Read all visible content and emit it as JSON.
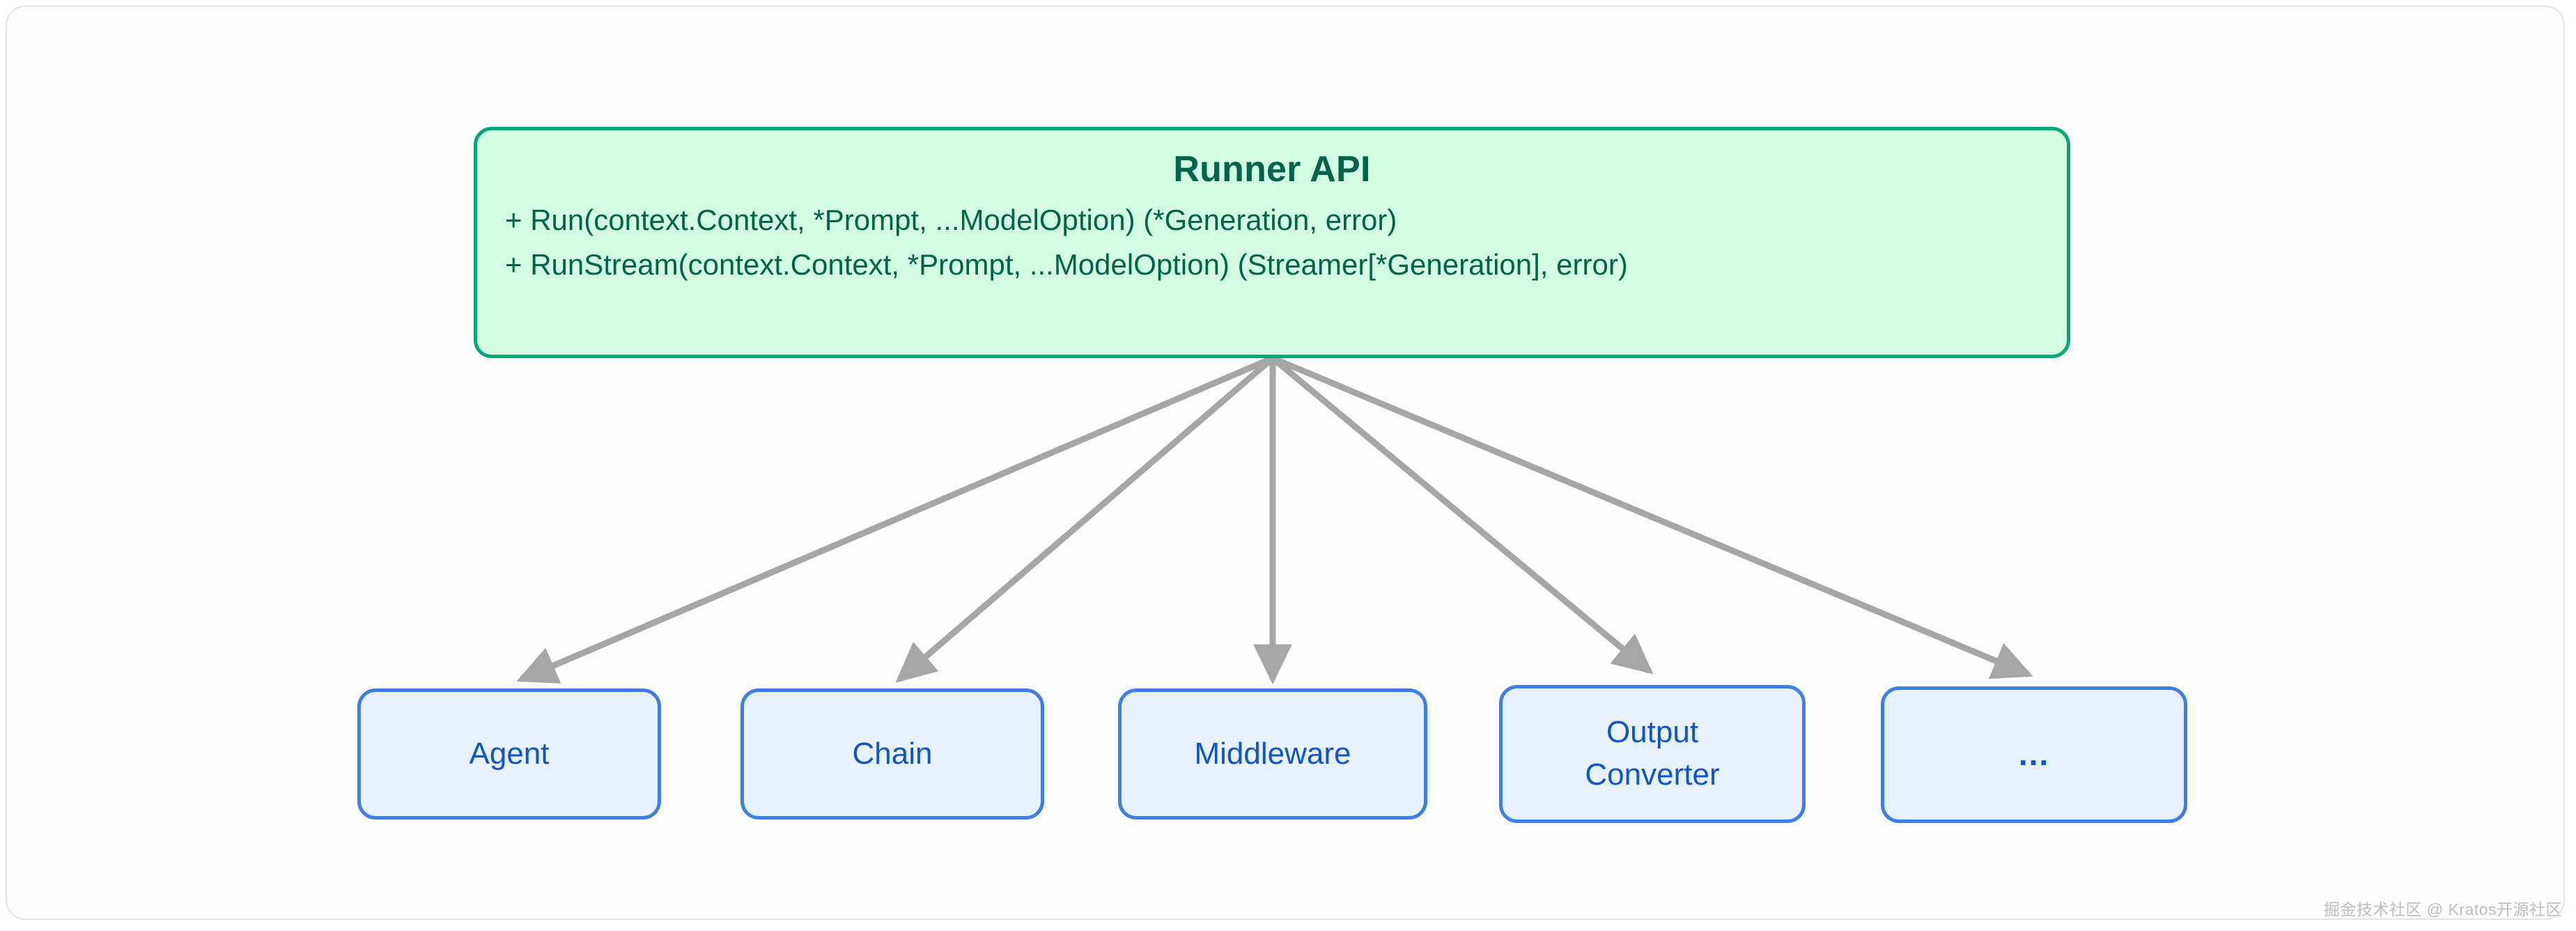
{
  "diagram": {
    "root": {
      "title": "Runner API",
      "methods": [
        "+ Run(context.Context, *Prompt, ...ModelOption) (*Generation, error)",
        "+ RunStream(context.Context, *Prompt, ...ModelOption) (Streamer[*Generation], error)"
      ],
      "fill_color": "#d3fbe4",
      "border_color": "#00a878",
      "text_color": "#00644a"
    },
    "leaves": [
      {
        "label": "Agent",
        "lines": [
          "Agent"
        ]
      },
      {
        "label": "Chain",
        "lines": [
          "Chain"
        ]
      },
      {
        "label": "Middleware",
        "lines": [
          "Middleware"
        ]
      },
      {
        "label": "Output Converter",
        "lines": [
          "Output",
          "Converter"
        ]
      },
      {
        "label": "...",
        "lines": [
          "..."
        ]
      }
    ],
    "leaf_style": {
      "fill_color": "#e7f1fd",
      "border_color": "#3d7ee8",
      "text_color": "#1155cc"
    },
    "edge_style": {
      "color": "#a6a6a6",
      "arrowhead": "filled-triangle"
    },
    "edge_count": 5
  },
  "watermark": {
    "text": "掘金技术社区 @ Kratos开源社区",
    "color": "#bdbdbd"
  }
}
